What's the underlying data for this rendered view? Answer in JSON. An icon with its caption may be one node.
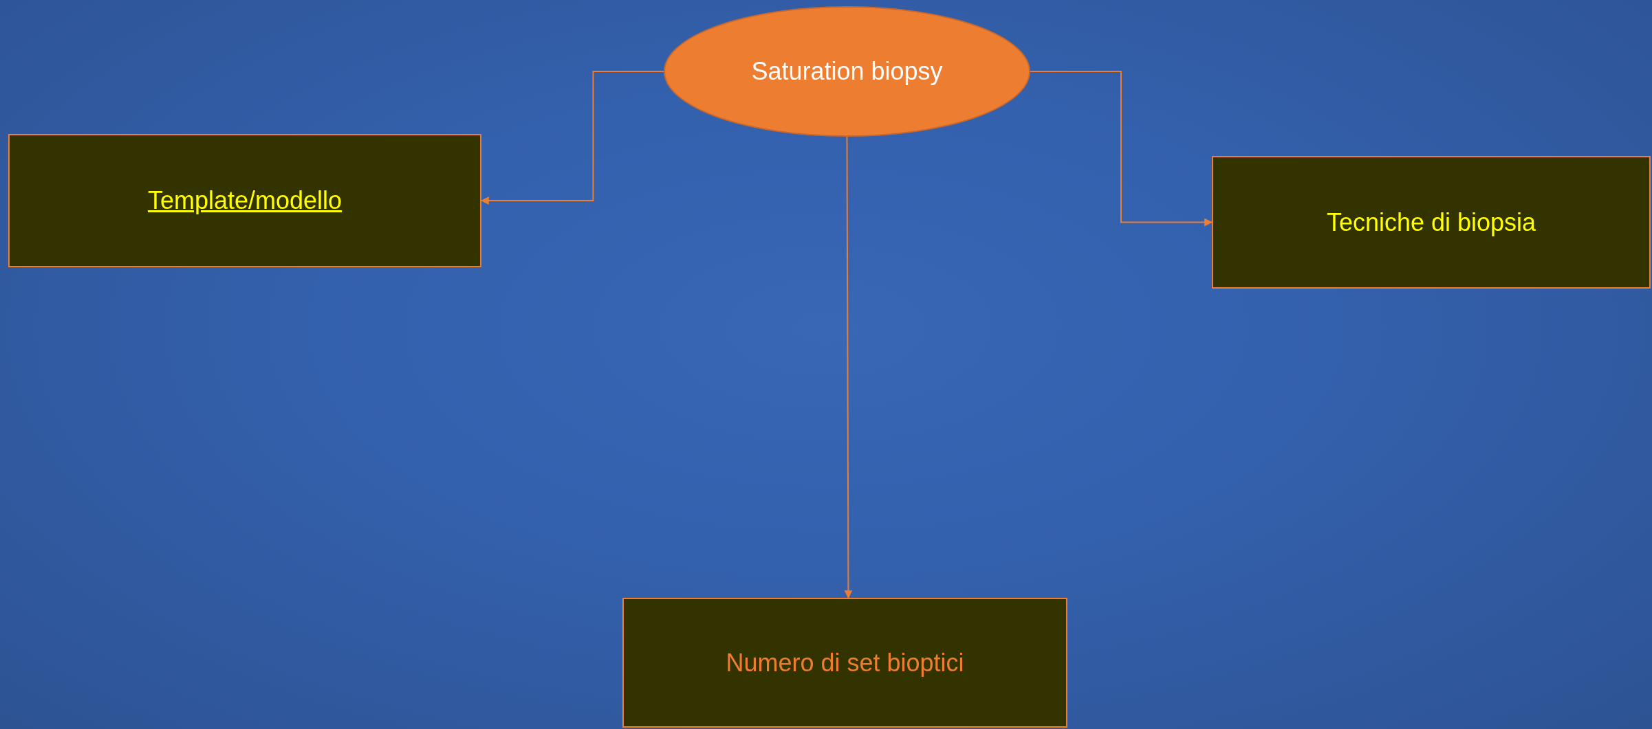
{
  "diagram": {
    "nodes": [
      {
        "text": [
          "Saturation biopsy"
        ]
      },
      {
        "text": [
          "Template/modello"
        ]
      },
      {
        "text": [
          "Tecniche di biopsia"
        ]
      },
      {
        "text": [
          "Numero di set bioptici"
        ]
      }
    ],
    "edges": [
      {
        "from": 0,
        "to": 1,
        "arrow": "to"
      },
      {
        "from": 0,
        "to": 2,
        "arrow": "to"
      },
      {
        "from": 0,
        "to": 3,
        "arrow": "to"
      }
    ]
  }
}
